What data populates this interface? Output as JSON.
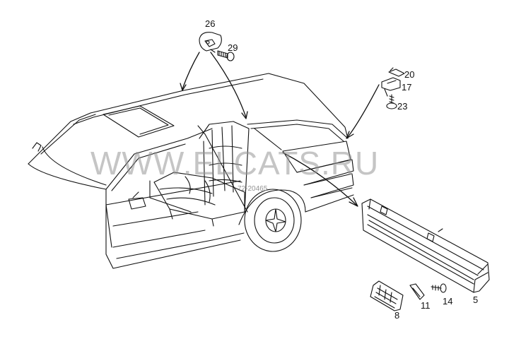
{
  "watermark": "WWW.ELCATS.RU",
  "part_number": "72-20465",
  "callouts": {
    "c26": "26",
    "c29": "29",
    "c20": "20",
    "c17": "17",
    "c23": "23",
    "c8": "8",
    "c11": "11",
    "c14": "14",
    "c5": "5"
  },
  "colors": {
    "line": "#111111",
    "watermark": "#969696"
  }
}
